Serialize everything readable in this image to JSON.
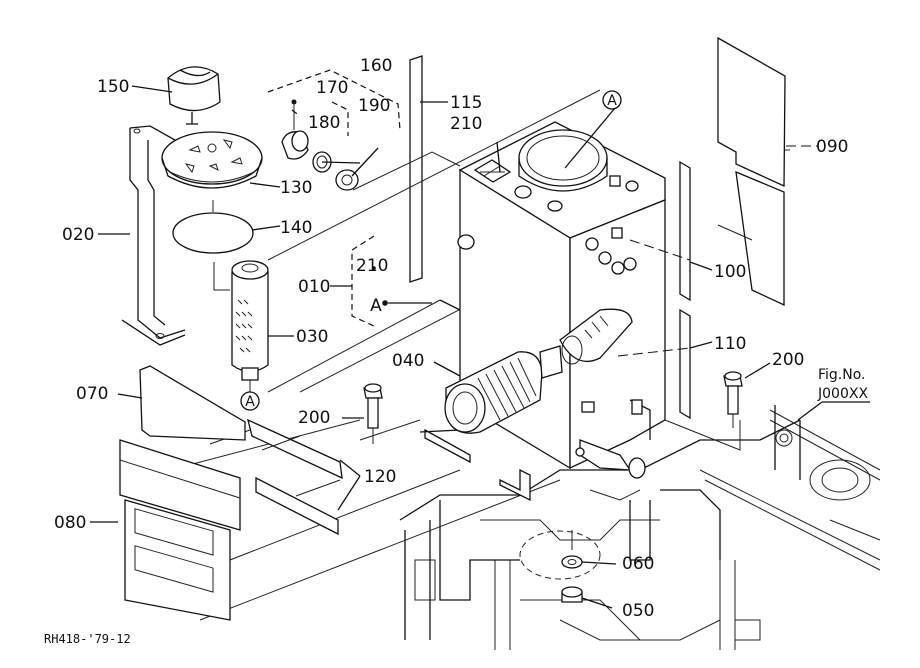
{
  "parts": {
    "p010": "010",
    "p020": "020",
    "p030": "030",
    "p040": "040",
    "p050": "050",
    "p060": "060",
    "p070": "070",
    "p080": "080",
    "p090": "090",
    "p100": "100",
    "p110": "110",
    "p115": "115",
    "p120": "120",
    "p130": "130",
    "p140": "140",
    "p150": "150",
    "p160": "160",
    "p170": "170",
    "p180": "180",
    "p190": "190",
    "p200": "200",
    "p210": "210"
  },
  "markers": {
    "ref_a": "A"
  },
  "fig_no": {
    "label": "Fig.No.",
    "value": "J000XX"
  },
  "drawing_code": "RH418-'79-12"
}
